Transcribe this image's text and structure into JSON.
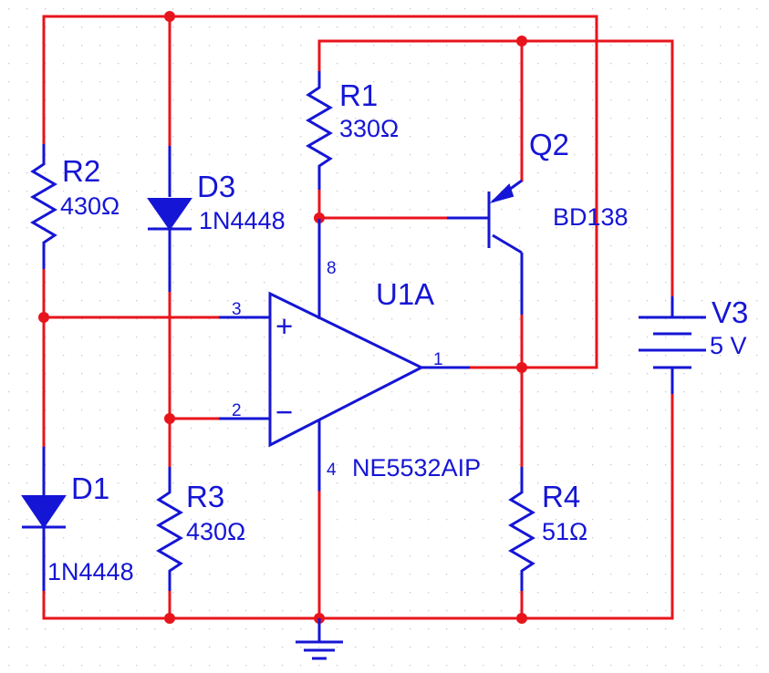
{
  "colors": {
    "wire": "#e8141c",
    "component": "#1515d6",
    "background": "#ffffff"
  },
  "components": {
    "r1": {
      "ref": "R1",
      "value": "330Ω"
    },
    "r2": {
      "ref": "R2",
      "value": "430Ω"
    },
    "r3": {
      "ref": "R3",
      "value": "430Ω"
    },
    "r4": {
      "ref": "R4",
      "value": "51Ω"
    },
    "d1": {
      "ref": "D1",
      "value": "1N4448"
    },
    "d3": {
      "ref": "D3",
      "value": "1N4448"
    },
    "q2": {
      "ref": "Q2",
      "value": "BD138"
    },
    "u1a": {
      "ref": "U1A",
      "value": "NE5532AIP"
    },
    "v3": {
      "ref": "V3",
      "value": "5 V"
    }
  },
  "opamp_pins": {
    "noninverting": "3",
    "inverting": "2",
    "output": "1",
    "vplus": "8",
    "vminus": "4"
  },
  "opamp_symbols": {
    "plus": "+",
    "minus": "−"
  }
}
